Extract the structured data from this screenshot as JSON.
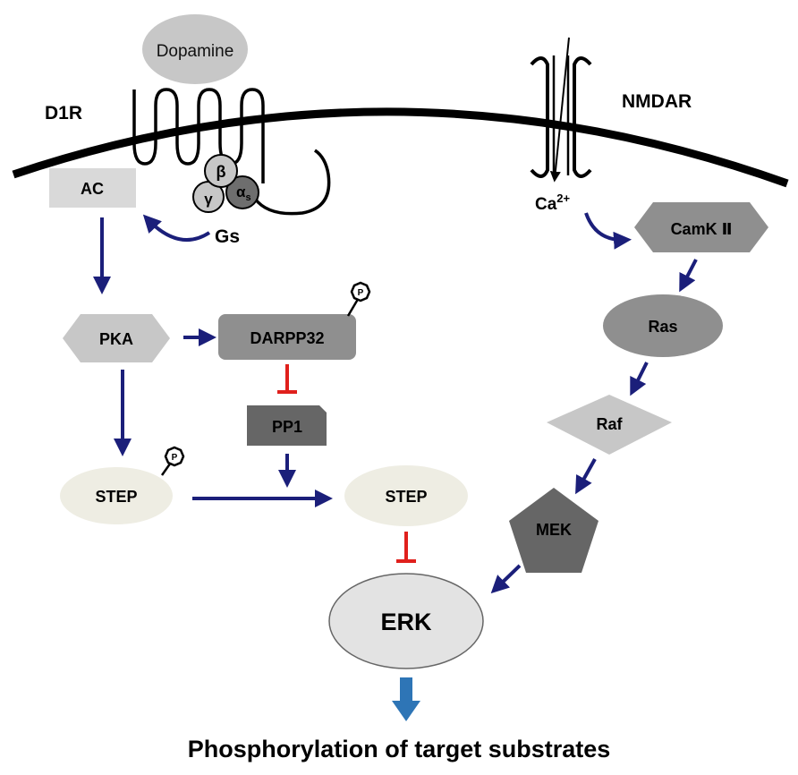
{
  "labels": {
    "dopamine": "Dopamine",
    "d1r": "D1R",
    "nmdar": "NMDAR",
    "ac": "AC",
    "beta": "β",
    "gamma": "γ",
    "alpha": "α",
    "alpha_sub": "s",
    "gs": "Gs",
    "ca": "Ca",
    "ca_sup": "2+",
    "camk": "CamK Ⅱ",
    "pka": "PKA",
    "darpp32": "DARPP32",
    "pp1": "PP1",
    "step_p": "STEP",
    "step": "STEP",
    "ras": "Ras",
    "raf": "Raf",
    "mek": "MEK",
    "erk": "ERK",
    "p": "P",
    "output": "Phosphorylation of target substrates"
  },
  "colors": {
    "activation_arrow": "#1b1f7a",
    "inhibition": "#e0201c",
    "output_arrow": "#2e75b6",
    "membrane": "#000000",
    "ac_fill": "#d9d9d9",
    "pka_fill": "#c7c7c7",
    "darpp32_fill": "#8f8f8f",
    "pp1_fill": "#666666",
    "step_fill": "#eeede3",
    "camk_fill": "#8f8f8f",
    "ras_fill": "#8f8f8f",
    "raf_fill": "#c7c7c7",
    "mek_fill": "#666666",
    "erk_fill": "#e3e3e3",
    "dopamine_fill": "#c7c7c7"
  }
}
